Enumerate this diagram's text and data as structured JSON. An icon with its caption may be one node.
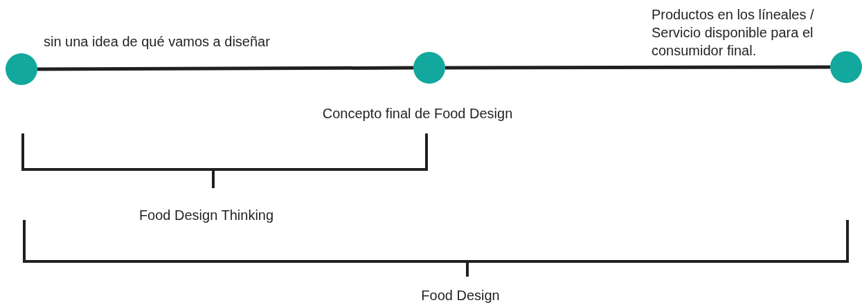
{
  "diagram": {
    "nodes": [
      {
        "text": [],
        "shape": "circle",
        "beside": [
          "sin una idea de qué vamos a diseñar"
        ]
      },
      {
        "text": [],
        "shape": "circle",
        "beside": [
          "Concepto final de Food Design"
        ]
      },
      {
        "text": [],
        "shape": "circle",
        "beside": [
          "Productos en los líneales / Servicio disponible para el consumidor final."
        ]
      }
    ],
    "edges": [
      {
        "from": 0,
        "to": 1,
        "arrow": "none"
      },
      {
        "from": 1,
        "to": 2,
        "arrow": "none"
      }
    ],
    "labels": [
      "Food Design Thinking",
      "Food Design"
    ]
  }
}
